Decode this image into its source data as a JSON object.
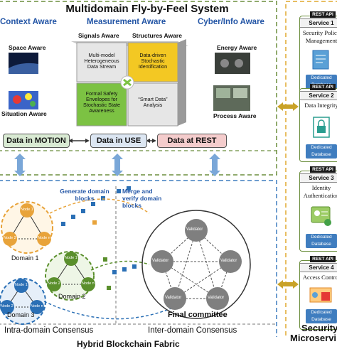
{
  "top": {
    "title": "Multidomain Fly-by-Feel System",
    "context_aware": "Context Aware",
    "measurement_aware": "Measurement Aware",
    "cyber_info_aware": "Cyber/Info Aware",
    "signals_aware": "Signals Aware",
    "structures_aware": "Structures Aware",
    "space_aware": "Space Aware",
    "situation_aware": "Situation Aware",
    "energy_aware": "Energy Aware",
    "process_aware": "Process Aware",
    "cube": {
      "tl": "Multi-model Heterogeneous Data Stream",
      "tr": "Data-driven Stochastic Identification",
      "bl": "Formal Safety Envelopes for Stochastic State Awareness",
      "br": "“Smart Data” Analysis"
    },
    "data_in_motion": "Data in MOTION",
    "data_in_use": "Data in USE",
    "data_at_rest": "Data at REST"
  },
  "blockchain": {
    "generate_blocks": "Generate domain blocks",
    "merge_verify": "Merge and verify domain blocks",
    "domain1": "Domain 1",
    "domain2": "Domain 2",
    "domain3": "Domain 3",
    "node1": "Node 1",
    "node2": "Node 2",
    "node_n": "Node n",
    "validator": "Validator",
    "final_committee": "Final committee",
    "intra": "Intra-domain Consensus",
    "inter": "Inter-domain Consensus",
    "fabric": "Hybrid Blockchain Fabric"
  },
  "services": [
    {
      "api": "REST API",
      "name": "Service 1",
      "desc": "Security Policy Management",
      "db": "Dedicated Database"
    },
    {
      "api": "REST API",
      "name": "Service 2",
      "desc": "Data Integrity",
      "db": "Dedicated Database"
    },
    {
      "api": "REST API",
      "name": "Service 3",
      "desc": "Identity Authentication",
      "db": "Dedicated Database"
    },
    {
      "api": "REST API",
      "name": "Service 4",
      "desc": "Access Control",
      "db": "Dedicated Database"
    }
  ],
  "security_label_1": "Security",
  "security_label_2": "Microservi",
  "colors": {
    "green_dash": "#6b8e3d",
    "blue_dash": "#3f7dbf",
    "domain1": "#e8a33a",
    "domain2": "#5a8f2c",
    "domain3": "#2a6fb5",
    "motion": "#d9ead3",
    "use": "#dce6f2",
    "rest": "#f4cccc"
  }
}
